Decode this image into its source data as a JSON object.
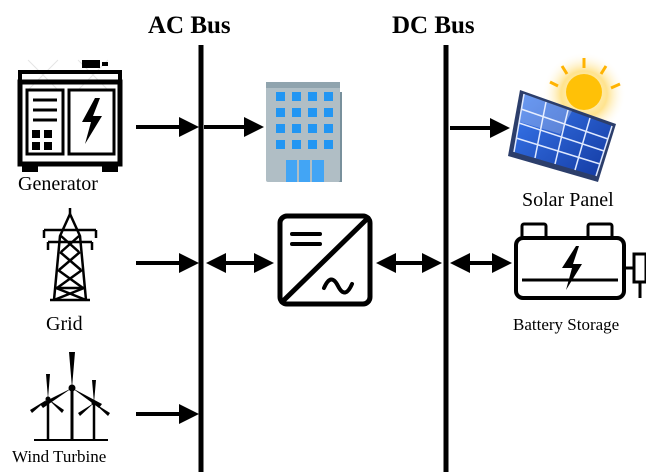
{
  "diagram": {
    "buses": [
      {
        "id": "ac",
        "title": "AC Bus"
      },
      {
        "id": "dc",
        "title": "DC Bus"
      }
    ],
    "sources": [
      {
        "id": "generator",
        "label": "Generator",
        "icon": "generator-icon"
      },
      {
        "id": "grid",
        "label": "Grid",
        "icon": "transmission-tower-icon"
      },
      {
        "id": "wind",
        "label": "Wind Turbine",
        "icon": "wind-turbine-icon"
      }
    ],
    "loads": [
      {
        "id": "building",
        "label": "",
        "icon": "office-building-icon"
      },
      {
        "id": "converter",
        "label": "",
        "icon": "ac-dc-converter-icon"
      }
    ],
    "dc_devices": [
      {
        "id": "solar",
        "label": "Solar Panel",
        "icon": "solar-panel-icon"
      },
      {
        "id": "battery",
        "label": "Battery Storage",
        "icon": "battery-storage-icon"
      }
    ],
    "connections": [
      {
        "from": "generator",
        "to": "ac",
        "type": "one-way"
      },
      {
        "from": "ac",
        "to": "building",
        "type": "one-way"
      },
      {
        "from": "grid",
        "to": "ac",
        "type": "one-way"
      },
      {
        "from": "ac",
        "to": "converter",
        "type": "two-way"
      },
      {
        "from": "converter",
        "to": "dc",
        "type": "two-way"
      },
      {
        "from": "wind",
        "to": "ac",
        "type": "one-way"
      },
      {
        "from": "dc",
        "to": "solar",
        "type": "one-way"
      },
      {
        "from": "dc",
        "to": "battery",
        "type": "two-way"
      }
    ],
    "colors": {
      "line": "#000000",
      "building_body": "#90a4ae",
      "building_window": "#2196f3",
      "solar_cell": "#1e4fc4",
      "sun": "#ffc107"
    }
  }
}
